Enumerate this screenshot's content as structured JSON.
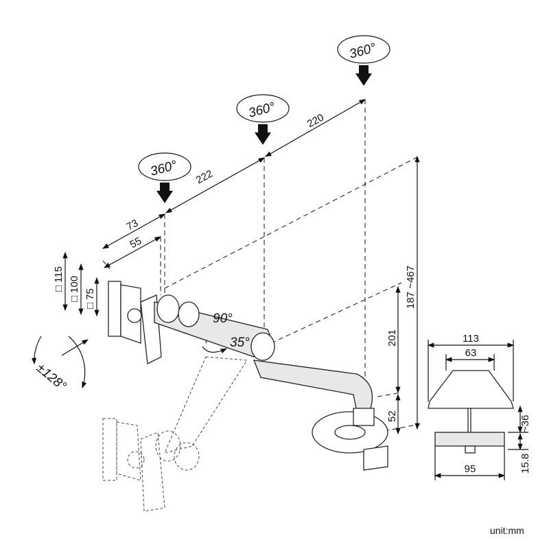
{
  "rotation_labels": [
    "360°",
    "360°",
    "360°"
  ],
  "arm_dimensions": {
    "segment_1": "222",
    "segment_2": "220",
    "offset_outer": "73",
    "offset_inner": "55"
  },
  "vesa_labels": [
    "115",
    "100",
    "75"
  ],
  "vesa_symbol": "□",
  "angles": {
    "tilt_up": "90°",
    "tilt_down": "35°",
    "swivel": "±128°"
  },
  "height_dimensions": {
    "arm_rise": "201",
    "range": "187 ~467",
    "base_height": "52"
  },
  "clamp_dimensions": {
    "top_width": "113",
    "inner_width": "63",
    "clamp_gap": "~36",
    "bottom_width": "95",
    "bottom_thickness": "15.8"
  },
  "unit_label": "unit:mm"
}
